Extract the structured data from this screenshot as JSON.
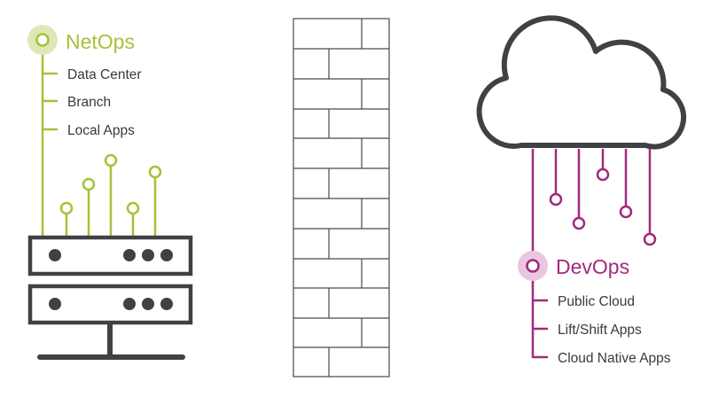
{
  "netops": {
    "title": "NetOps",
    "items": [
      "Data Center",
      "Branch",
      "Local Apps"
    ],
    "color": "#a4c23a"
  },
  "devops": {
    "title": "DevOps",
    "items": [
      "Public Cloud",
      "Lift/Shift Apps",
      "Cloud Native Apps"
    ],
    "color": "#a3287f"
  },
  "colors": {
    "dark": "#3f4245",
    "wall": "#4a4a4a"
  },
  "icons": [
    "server-icon",
    "firewall-wall",
    "cloud-icon"
  ]
}
